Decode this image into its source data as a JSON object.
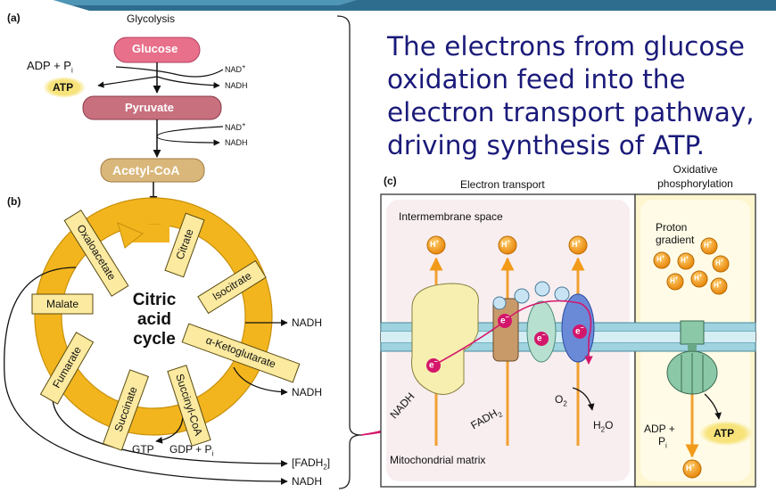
{
  "slide": {
    "text": "The electrons from glucose oxidation feed into the electron transport pathway, driving synthesis of ATP."
  },
  "colors": {
    "title_text": "#1a1a7a",
    "header_bar": "#2f6d8f",
    "glucose": "#e8708a",
    "pyruvate": "#c8707e",
    "acetyl_coa": "#d9b77a",
    "cycle_ring": "#f2b51e",
    "proton": "#f29a1a",
    "electron": "#d4166b",
    "membrane": "#9fd3e0",
    "intermembrane": "#f8eef0",
    "oxphos_panel": "#fdf6cf",
    "atp_glow": "#f7e37a"
  },
  "panel_a": {
    "tag": "(a)",
    "title": "Glycolysis",
    "glucose": "Glucose",
    "adp": "ADP + P",
    "adp_sub": "i",
    "atp": "ATP",
    "nad1": "NAD",
    "nad1_sup": "+",
    "nadh1": "NADH",
    "pyruvate": "Pyruvate",
    "nad2": "NAD",
    "nad2_sup": "+",
    "nadh2": "NADH",
    "acetyl": "Acetyl-CoA"
  },
  "panel_b": {
    "tag": "(b)",
    "center_line1": "Citric",
    "center_line2": "acid",
    "center_line3": "cycle",
    "intermediates": [
      "Citrate",
      "Isocitrate",
      "α-Ketoglutarate",
      "Succinyl-CoA",
      "Succinate",
      "Fumarate",
      "Malate",
      "Oxaloacetate"
    ],
    "nadh_right1": "NADH",
    "nadh_right2": "NADH",
    "gtp": "GTP",
    "gdp": "GDP + P",
    "gdp_sub": "i",
    "fadh2_out": "[FADH",
    "fadh2_sub": "2",
    "fadh2_close": "]",
    "nadh_bottom": "NADH"
  },
  "panel_c": {
    "tag": "(c)",
    "electron_transport": "Electron transport",
    "oxidative_line1": "Oxidative",
    "oxidative_line2": "phosphorylation",
    "intermembrane": "Intermembrane space",
    "proton_line1": "Proton",
    "proton_line2": "gradient",
    "proton_symbol": "H",
    "proton_charge": "+",
    "electron_symbol": "e",
    "electron_charge": "−",
    "nadh": "NADH",
    "fadh2": "FADH",
    "fadh2_sub": "2",
    "o2": "O",
    "o2_sub": "2",
    "h2o": "H",
    "h2o_sub": "2",
    "h2o_end": "O",
    "adp": "ADP +",
    "pi": "P",
    "pi_sub": "i",
    "atp": "ATP",
    "matrix": "Mitochondrial matrix"
  }
}
